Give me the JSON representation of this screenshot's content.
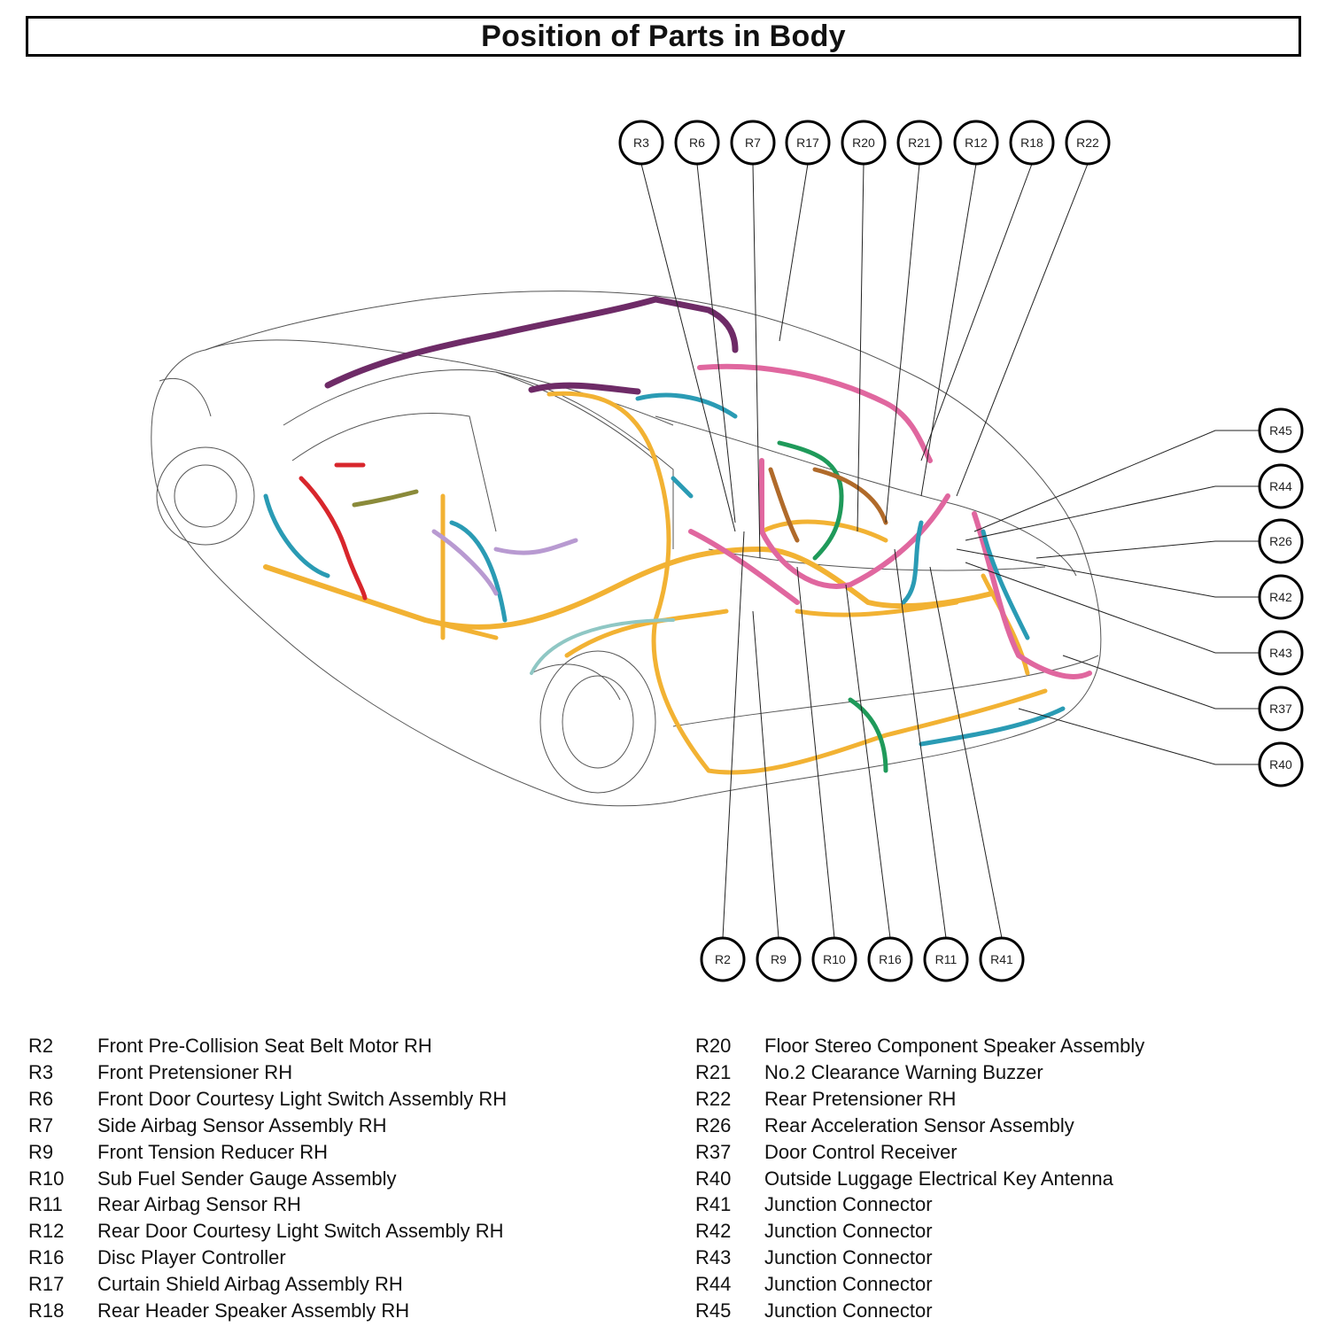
{
  "title": "Position of Parts in Body",
  "callouts": {
    "top": [
      "R3",
      "R6",
      "R7",
      "R17",
      "R20",
      "R21",
      "R12",
      "R18",
      "R22"
    ],
    "right": [
      "R45",
      "R44",
      "R26",
      "R42",
      "R43",
      "R37",
      "R40"
    ],
    "bottom": [
      "R2",
      "R9",
      "R10",
      "R16",
      "R11",
      "R41"
    ]
  },
  "harness_colors": {
    "main": "#f2b233",
    "pink": "#e0679f",
    "teal": "#2a9bb4",
    "purple": "#6e2b67",
    "red": "#d8262c",
    "green": "#1f9a5a",
    "brown": "#b06a2a",
    "lavender": "#b89ad1",
    "olive": "#8a8a3a",
    "pale_teal": "#8fc7c4"
  },
  "legend": {
    "left": [
      {
        "code": "R2",
        "desc": "Front Pre-Collision Seat Belt Motor RH"
      },
      {
        "code": "R3",
        "desc": "Front Pretensioner RH"
      },
      {
        "code": "R6",
        "desc": "Front Door Courtesy Light Switch Assembly RH"
      },
      {
        "code": "R7",
        "desc": "Side Airbag Sensor Assembly RH"
      },
      {
        "code": "R9",
        "desc": "Front Tension Reducer RH"
      },
      {
        "code": "R10",
        "desc": "Sub Fuel Sender Gauge Assembly"
      },
      {
        "code": "R11",
        "desc": "Rear Airbag Sensor RH"
      },
      {
        "code": "R12",
        "desc": "Rear Door Courtesy Light Switch Assembly RH"
      },
      {
        "code": "R16",
        "desc": "Disc Player Controller"
      },
      {
        "code": "R17",
        "desc": "Curtain Shield Airbag Assembly RH"
      },
      {
        "code": "R18",
        "desc": "Rear Header Speaker Assembly RH"
      }
    ],
    "right": [
      {
        "code": "R20",
        "desc": "Floor Stereo Component Speaker Assembly"
      },
      {
        "code": "R21",
        "desc": "No.2 Clearance Warning Buzzer"
      },
      {
        "code": "R22",
        "desc": "Rear Pretensioner RH"
      },
      {
        "code": "R26",
        "desc": "Rear Acceleration Sensor Assembly"
      },
      {
        "code": "R37",
        "desc": "Door Control Receiver"
      },
      {
        "code": "R40",
        "desc": "Outside Luggage Electrical Key Antenna"
      },
      {
        "code": "R41",
        "desc": "Junction Connector"
      },
      {
        "code": "R42",
        "desc": "Junction Connector"
      },
      {
        "code": "R43",
        "desc": "Junction Connector"
      },
      {
        "code": "R44",
        "desc": "Junction Connector"
      },
      {
        "code": "R45",
        "desc": "Junction Connector"
      }
    ]
  }
}
